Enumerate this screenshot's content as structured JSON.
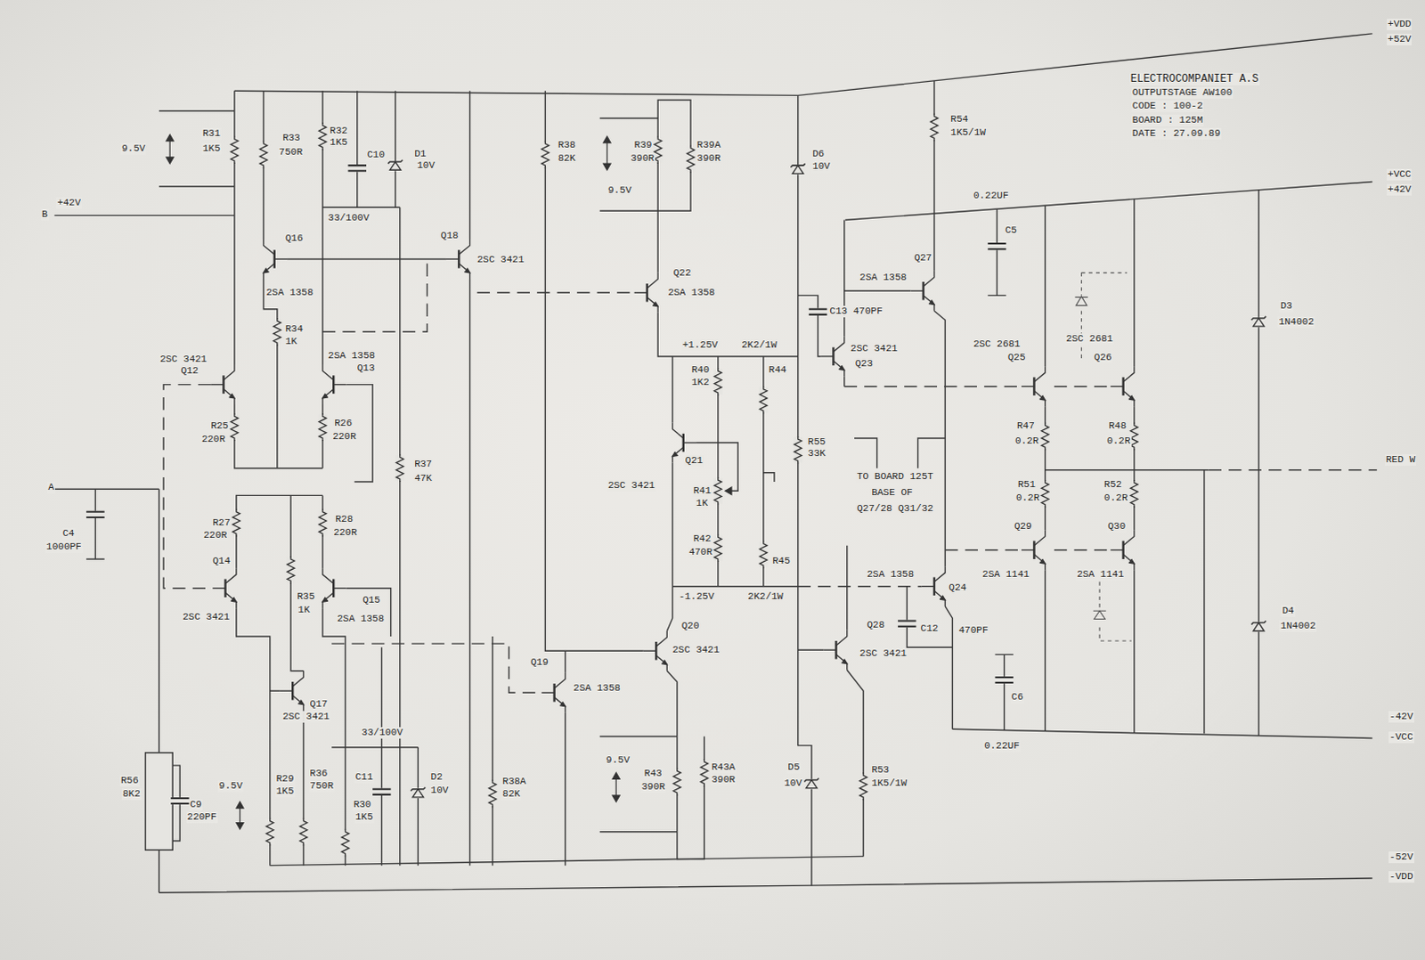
{
  "diagram": {
    "title": "ELECTROCOMPANIET A.S",
    "labels": [
      "+VDD",
      "+52V",
      "OUTPUTSTAGE AW100",
      "CODE : 100-2",
      "BOARD : 125M",
      "DATE : 27.09.89",
      "R54",
      "1K5/1W",
      "+VCC",
      "+42V",
      "0.22UF",
      "C5",
      "D3",
      "1N4002",
      "9.5V",
      "R31",
      "1K5",
      "R33",
      "750R",
      "R32",
      "1K5",
      "C10",
      "D1",
      "10V",
      "+42V",
      "B",
      "33/100V",
      "R38",
      "82K",
      "R39",
      "390R",
      "9.5V",
      "R39A",
      "390R",
      "D6",
      "10V",
      "Q16",
      "Q18",
      "2SC 3421",
      "Q22",
      "2SA 1358",
      "Q27",
      "2SA 1358",
      "2SA 1358",
      "C13 470PF",
      "R34",
      "1K",
      "2SA 1358",
      "Q13",
      "2SC 3421",
      "Q12",
      "+1.25V",
      "2K2/1W",
      "R40",
      "1K2",
      "R44",
      "2SC 3421",
      "Q23",
      "2SC 2681",
      "Q25",
      "2SC 2681",
      "Q26",
      "R25",
      "220R",
      "R26",
      "220R",
      "R47",
      "0.2R",
      "R48",
      "0.2R",
      "Q21",
      "R55",
      "33K",
      "R37",
      "47K",
      "RED W",
      "TO BOARD 125T",
      "BASE OF",
      "Q27/28 Q31/32",
      "2SC 3421",
      "R41",
      "1K",
      "A",
      "R51",
      "0.2R",
      "R52",
      "0.2R",
      "C4",
      "1000PF",
      "R27",
      "220R",
      "R28",
      "220R",
      "R42",
      "470R",
      "R45",
      "Q29",
      "Q30",
      "Q14",
      "2SA 1358",
      "Q24",
      "2SA 1141",
      "2SA 1141",
      "-1.25V",
      "2K2/1W",
      "R35",
      "1K",
      "2SC 3421",
      "Q15",
      "2SA 1358",
      "D4",
      "1N4002",
      "Q20",
      "2SC 3421",
      "Q28",
      "2SC 3421",
      "C12",
      "470PF",
      "Q19",
      "2SA 1358",
      "C6",
      "Q17",
      "2SC 3421",
      "33/100V",
      "-42V",
      "-VCC",
      "0.22UF",
      "9.5V",
      "R43",
      "390R",
      "R43A",
      "390R",
      "D5",
      "10V",
      "R53",
      "1K5/1W",
      "R56",
      "8K2",
      "C9",
      "220PF",
      "9.5V",
      "R29",
      "1K5",
      "R36",
      "750R",
      "C11",
      "R30",
      "1K5",
      "D2",
      "10V",
      "R38A",
      "82K",
      "-52V",
      "-VDD"
    ]
  }
}
